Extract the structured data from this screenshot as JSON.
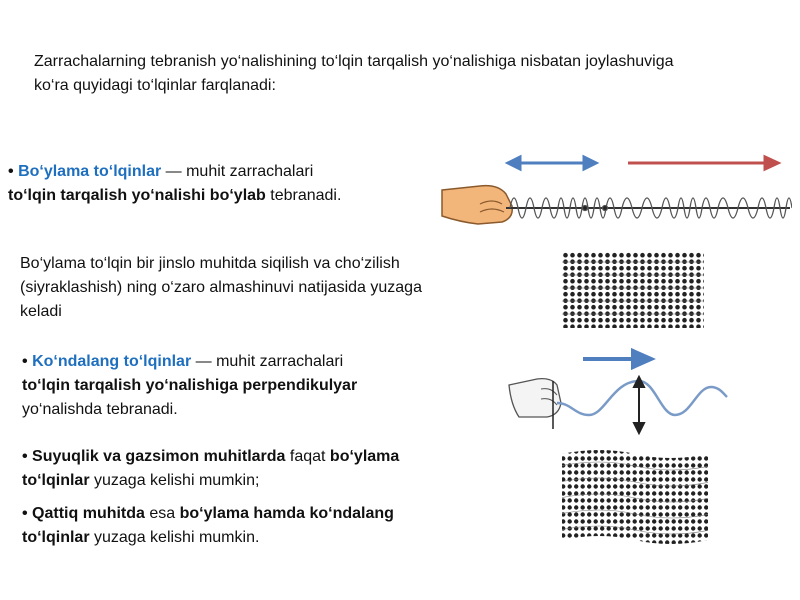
{
  "intro": {
    "line1": "Zarrachalarning tebranish yo‘nalishining to‘lqin tarqalish yo‘nalishiga nisbatan joylashuviga",
    "line2": "ko‘ra quyidagi to‘lqinlar farqlanadi:"
  },
  "longitudinal": {
    "bullet": "•",
    "term": "Bo‘ylama to‘lqinlar",
    "rest1": " — muhit zarrachalari",
    "bold2": "to‘lqin tarqalish yo‘nalishi bo‘ylab",
    "rest2": " tebranadi."
  },
  "compression": {
    "line1": "Bo‘ylama to‘lqin bir jinslo muhitda siqilish va cho‘zilish",
    "line2": "(siyraklashish) ning o‘zaro almashinuvi natijasida yuzaga",
    "line3": "keladi"
  },
  "transverse": {
    "bullet": "•",
    "term": "Ko‘ndalang to‘lqinlar",
    "rest1": " — muhit zarrachalari",
    "bold2": "to‘lqin tarqalish yo‘nalishiga perpendikulyar",
    "line3": "yo‘nalishda tebranadi."
  },
  "fluids": {
    "bold1": "• Suyuqlik va gazsimon muhitlarda",
    "mid1": " faqat ",
    "bold1b": "bo‘ylama",
    "bold2": "to‘lqinlar",
    "rest2": " yuzaga kelishi mumkin;"
  },
  "solids": {
    "bold1": "• Qattiq muhitda",
    "mid1": " esa ",
    "bold1b": "bo‘ylama hamda ko‘ndalang",
    "bold2": "to‘lqinlar",
    "rest2": " yuzaga kelishi mumkin."
  },
  "colors": {
    "term": "#1f6fbf",
    "arrow_blue": "#4f7fbf",
    "arrow_red": "#c0504d",
    "hand": "#f2b57a"
  },
  "icons": {
    "spring": "spring-coil-illustration",
    "lattice_longitudinal": "particle-lattice-compressed",
    "rope": "rope-wave-illustration",
    "lattice_transverse": "particle-lattice-wavy"
  }
}
